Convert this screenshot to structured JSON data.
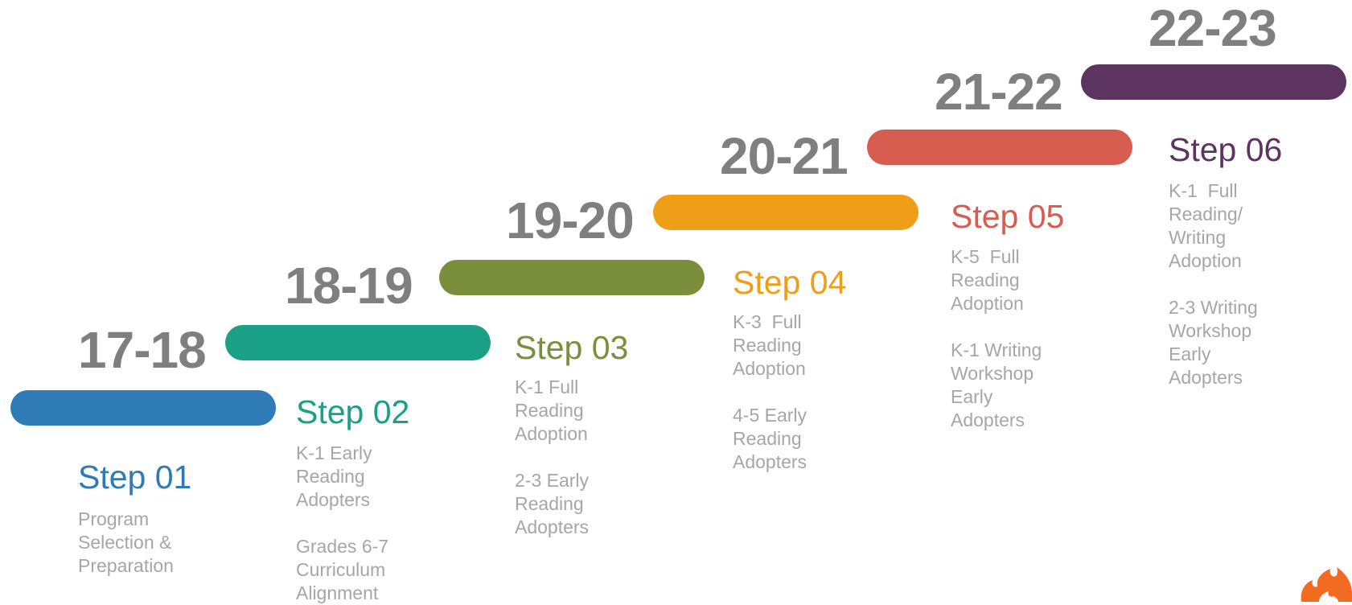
{
  "colors": {
    "year_text": "#7f7f7f",
    "desc_text": "#a6a6a6",
    "step1": "#2e7bb5",
    "step2": "#1aa085",
    "step3": "#7a8f3c",
    "step4": "#ef9e17",
    "step5": "#d65d4f",
    "step6": "#5d3460",
    "logo": "#f26b21"
  },
  "steps": [
    {
      "year": "17-18",
      "title": "Step 01",
      "desc": "Program\nSelection &\nPreparation"
    },
    {
      "year": "18-19",
      "title": "Step 02",
      "desc": "K-1 Early\nReading\nAdopters\n\nGrades 6-7\nCurriculum\nAlignment"
    },
    {
      "year": "19-20",
      "title": "Step 03",
      "desc": "K-1 Full\nReading\nAdoption\n\n2-3 Early\nReading\nAdopters"
    },
    {
      "year": "20-21",
      "title": "Step 04",
      "desc": "K-3  Full\nReading\nAdoption\n\n4-5 Early\nReading\nAdopters"
    },
    {
      "year": "21-22",
      "title": "Step 05",
      "desc": "K-5  Full\nReading\nAdoption\n\nK-1 Writing\nWorkshop\nEarly\nAdopters"
    },
    {
      "year": "22-23",
      "title": "Step 06",
      "desc": "K-1  Full\nReading/\nWriting\nAdoption\n\n2-3 Writing\nWorkshop\nEarly\nAdopters"
    }
  ],
  "logo_icon": "flame-logo-icon"
}
